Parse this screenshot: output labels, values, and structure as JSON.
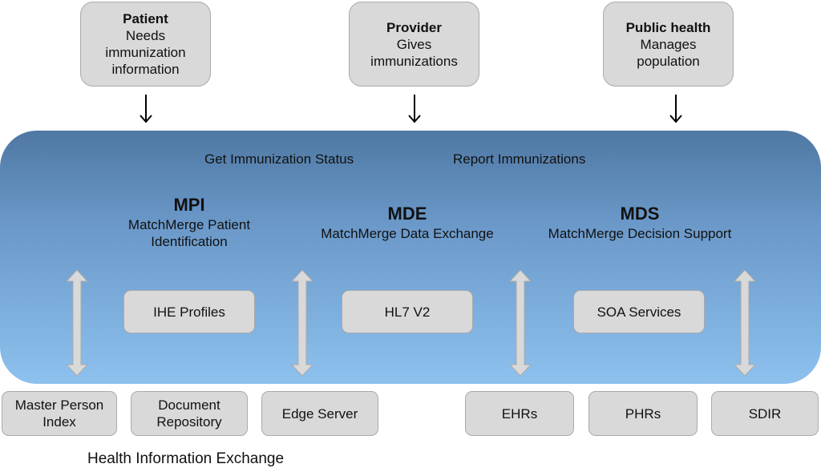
{
  "actors": [
    {
      "title": "Patient",
      "line1": "Needs",
      "line2": "immunization",
      "line3": "information"
    },
    {
      "title": "Provider",
      "line1": "Gives",
      "line2": "immunizations",
      "line3": ""
    },
    {
      "title": "Public health",
      "line1": "Manages",
      "line2": "population",
      "line3": ""
    }
  ],
  "flows": {
    "get_status": "Get Immunization Status",
    "report": "Report Immunizations"
  },
  "modules": [
    {
      "abbr": "MPI",
      "desc_line1": "MatchMerge Patient",
      "desc_line2": "Identification"
    },
    {
      "abbr": "MDE",
      "desc_line1": "MatchMerge Data Exchange",
      "desc_line2": ""
    },
    {
      "abbr": "MDS",
      "desc_line1": "MatchMerge Decision Support",
      "desc_line2": ""
    }
  ],
  "inner_boxes": [
    "IHE Profiles",
    "HL7 V2",
    "SOA Services"
  ],
  "bottom_boxes": [
    {
      "line1": "Master Person",
      "line2": "Index"
    },
    {
      "line1": "Document",
      "line2": "Repository"
    },
    {
      "line1": "Edge Server",
      "line2": ""
    },
    {
      "line1": "EHRs",
      "line2": ""
    },
    {
      "line1": "PHRs",
      "line2": ""
    },
    {
      "line1": "SDIR",
      "line2": ""
    }
  ],
  "hie_label": "Health Information Exchange",
  "colors": {
    "box_fill": "#d9d9d9",
    "box_border": "#aaaaaa",
    "panel_top": "#4f78a3",
    "panel_bottom": "#8dc1ee",
    "arrow_fill": "#d9d9d9"
  }
}
